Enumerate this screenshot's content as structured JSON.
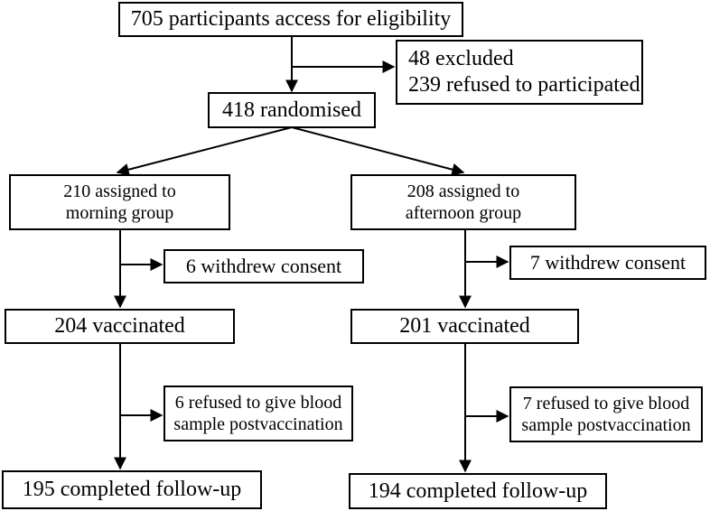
{
  "flowchart": {
    "eligibility": "705 participants access for eligibility",
    "excluded": {
      "line1": "48 excluded",
      "line2": "239 refused to participated"
    },
    "randomised": "418 randomised",
    "morning": {
      "assigned_line1": "210 assigned to",
      "assigned_line2": "morning group",
      "withdrew": "6 withdrew consent",
      "vaccinated": "204 vaccinated",
      "refused_line1": "6 refused to give blood",
      "refused_line2": "sample postvaccination",
      "completed": "195 completed follow-up"
    },
    "afternoon": {
      "assigned_line1": "208 assigned to",
      "assigned_line2": "afternoon group",
      "withdrew": "7 withdrew consent",
      "vaccinated": "201 vaccinated",
      "refused_line1": "7 refused to give blood",
      "refused_line2": "sample postvaccination",
      "completed": "194 completed follow-up"
    }
  }
}
